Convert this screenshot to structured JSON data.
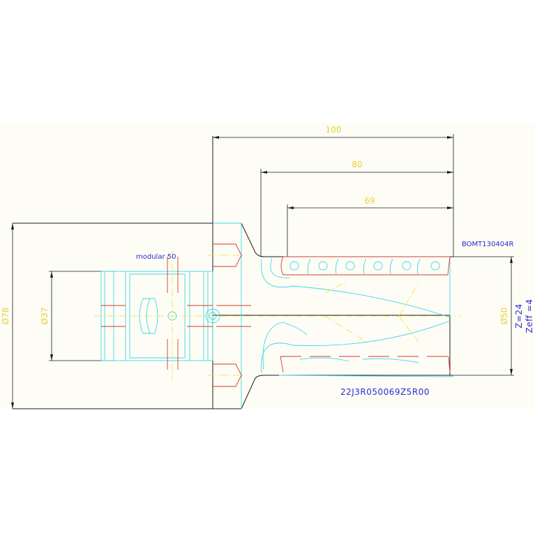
{
  "drawing": {
    "background": "#fdfdf6",
    "colors": {
      "outline": "#1a1a1a",
      "cyan": "#3fd6e6",
      "red": "#d23a2a",
      "center": "#f0e030",
      "text_dim": "#e6d23a",
      "text_label": "#2b2bd6"
    },
    "dimensions": {
      "overall_length": "100",
      "mid_length": "80",
      "cut_length": "69",
      "shank_diameter": "Ø78",
      "bore_diameter": "Ø37",
      "cutter_diameter": "Ø50"
    },
    "labels": {
      "adapter": "modular 50",
      "insert": "BOMT130404R",
      "teeth": "Z=24",
      "effective_teeth": "Zeff =4",
      "part_number": "22J3R050069Z5R00"
    }
  }
}
